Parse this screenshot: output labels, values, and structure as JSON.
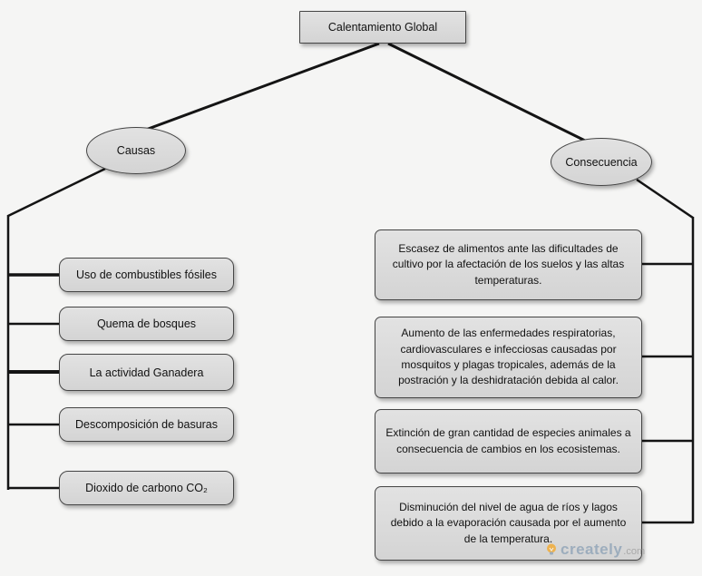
{
  "title": "Calentamiento Global",
  "branches": {
    "causes": {
      "label": "Causas",
      "items": [
        "Uso de combustibles fósiles",
        "Quema de bosques",
        "La actividad Ganadera",
        "Descomposición de basuras",
        "Dioxido de carbono  CO₂"
      ]
    },
    "consequences": {
      "label": "Consecuencia",
      "items": [
        "Escasez de alimentos ante las dificultades de cultivo por la afectación de los suelos y las altas temperaturas.",
        "Aumento de las enfermedades respiratorias, cardiovasculares e infecciosas causadas por mosquitos y plagas tropicales, además de la postración y la deshidratación debida al calor.",
        "Extinción de gran cantidad de especies animales a consecuencia de cambios en los ecosistemas.",
        "Disminución del nivel de agua de ríos y lagos debido a la evaporación causada por el aumento de la temperatura."
      ]
    }
  },
  "watermark": {
    "name": "creately",
    "suffix": ".com"
  },
  "colors": {
    "node_fill": "#d9d9d9",
    "node_border": "#454545",
    "line": "#141414",
    "background": "#f5f5f4",
    "watermark_blue": "#8aa0b5",
    "watermark_bulb": "#f5a623"
  }
}
